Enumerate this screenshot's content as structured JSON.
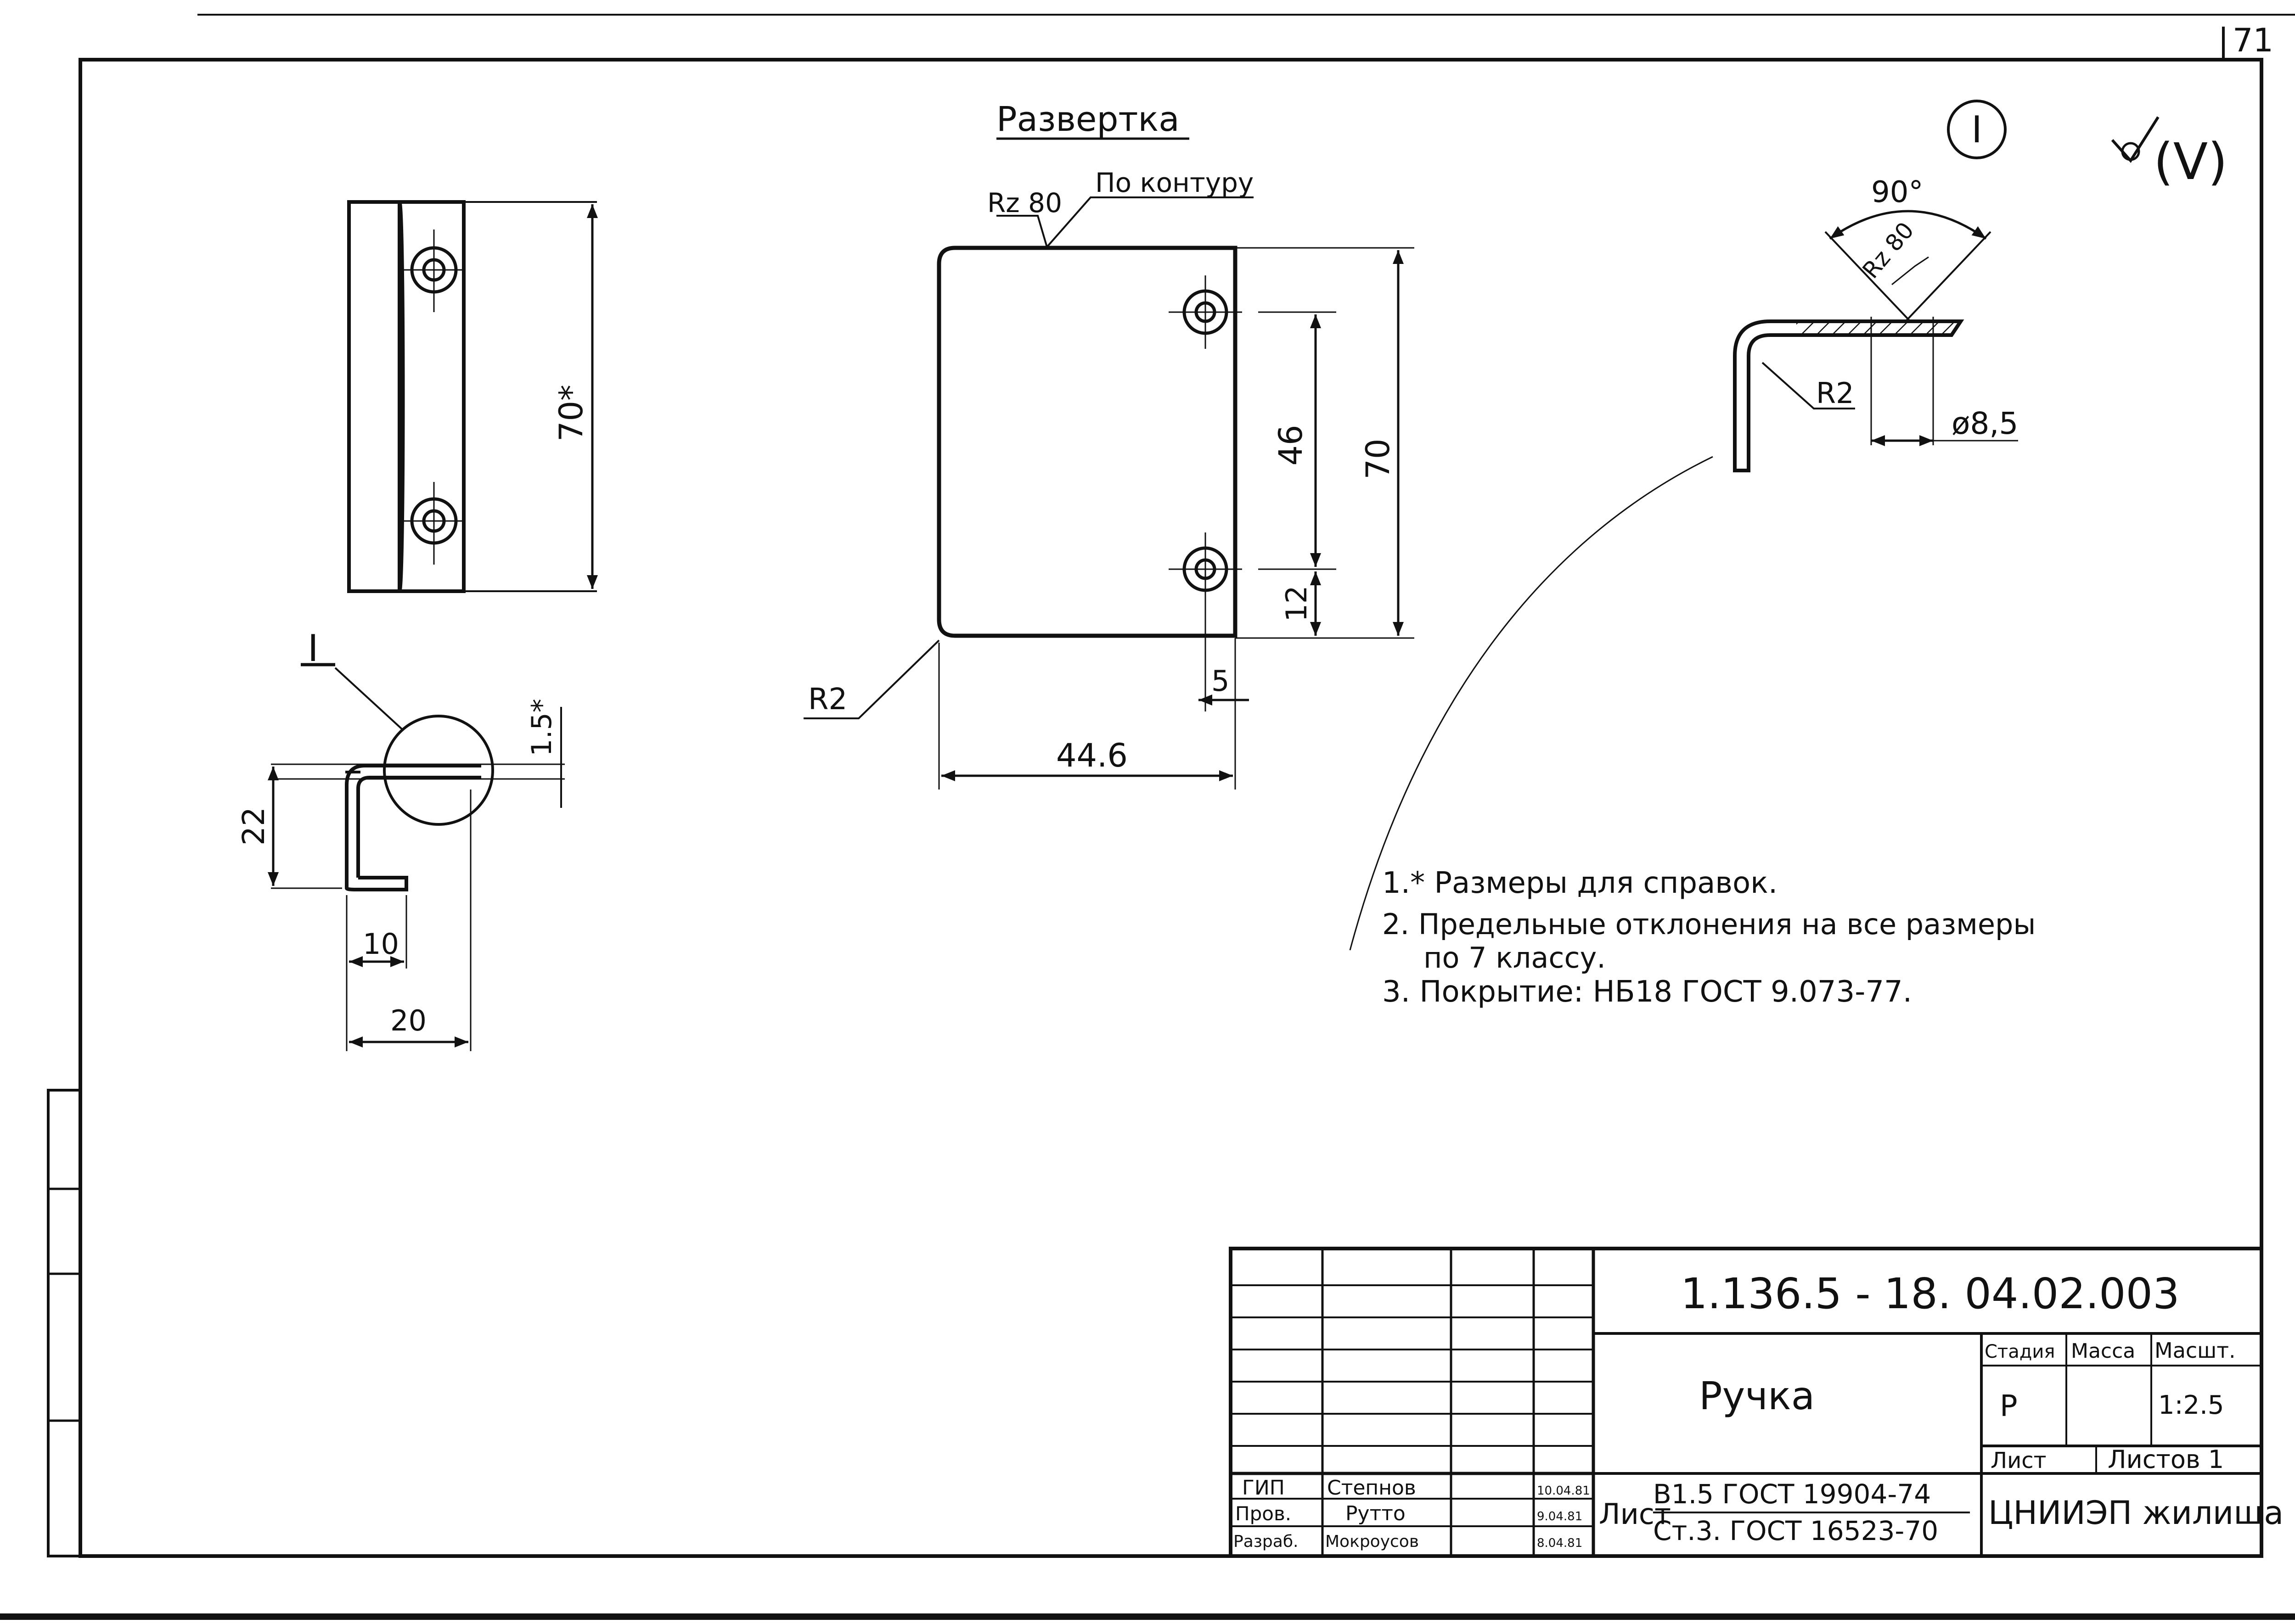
{
  "page_number": "71",
  "unfold": {
    "title": "Развертка",
    "contour_note": "По контуру",
    "roughness": "Rz 80",
    "radius": "R2",
    "dims": {
      "d46": "46",
      "d70": "70",
      "d12": "12",
      "d5": "5",
      "d446": "44.6"
    }
  },
  "front_view": {
    "height_ref": "70*"
  },
  "side_view": {
    "detail_label": "I",
    "dims": {
      "d22": "22",
      "d15": "1.5*",
      "d10": "10",
      "d20": "20"
    }
  },
  "detail": {
    "label": "I",
    "angle": "90°",
    "roughness": "Rz 80",
    "radius": "R2",
    "hole": "ø8,5"
  },
  "roughness_symbol": "(V)",
  "notes": [
    "1.* Размеры для справок.",
    "2. Предельные отклонения на все размеры",
    "по 7 классу.",
    "3. Покрытие: НБ18 ГОСТ 9.073-77."
  ],
  "title_block": {
    "doc_code": "1.136.5 - 18. 04.02.003",
    "part_name": "Ручка",
    "stage_label": "Стадия",
    "mass_label": "Масса",
    "scale_label": "Масшт.",
    "stage": "Р",
    "scale": "1:2.5",
    "sheet_label": "Лист",
    "sheets_label": "Листов 1",
    "material_label": "Лист",
    "material_line1": "B1.5 ГОСТ 19904-74",
    "material_line2": "Ст.3. ГОСТ 16523-70",
    "org": "ЦНИИЭП жилища",
    "roles": [
      {
        "role": "ГИП",
        "name": "Степнов",
        "date": "10.04.81"
      },
      {
        "role": "Пров.",
        "name": "Рутто",
        "date": "9.04.81"
      },
      {
        "role": "Разраб.",
        "name": "Мокроусов",
        "date": "8.04.81"
      }
    ]
  }
}
